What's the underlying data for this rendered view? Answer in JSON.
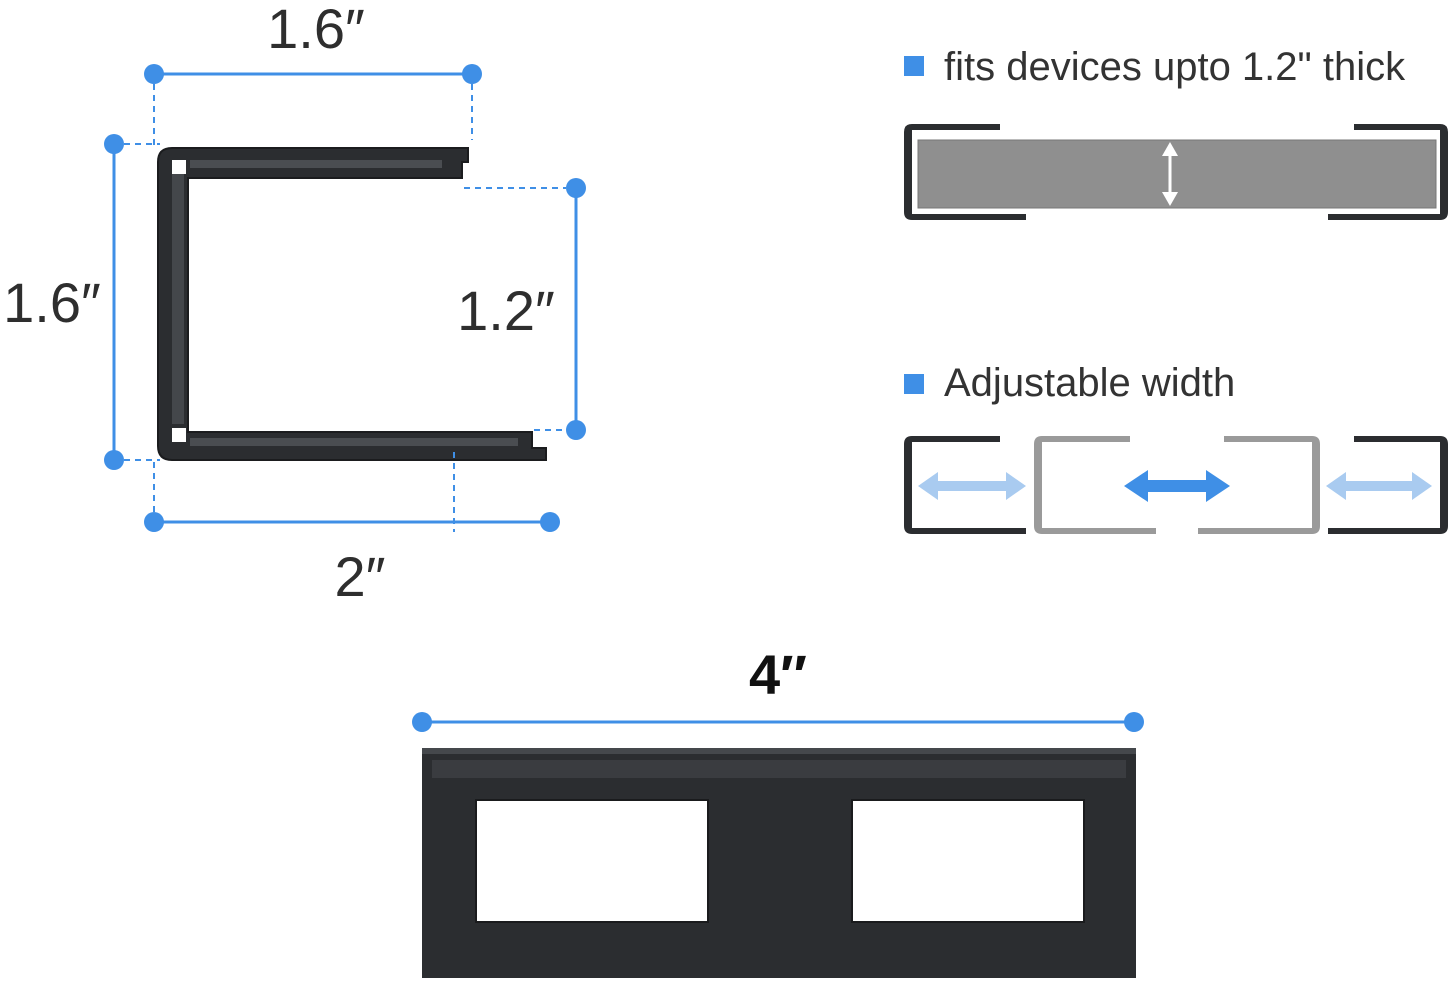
{
  "colors": {
    "accent": "#3f8fe6",
    "bracket": "#2b2d30",
    "bracket_light": "#9a9a9a",
    "device_fill": "#8f8f8f",
    "arrow_light": "#a9cbf0",
    "bullet": "#3f8fe6"
  },
  "side_view": {
    "top_width": "1.6″",
    "height": "1.6″",
    "inner_gap": "1.2″",
    "bottom_length": "2″"
  },
  "features": [
    {
      "label": "fits devices upto 1.2\" thick",
      "icon": "square-bullet-icon"
    },
    {
      "label": "Adjustable width",
      "icon": "square-bullet-icon"
    }
  ],
  "front_view": {
    "width": "4″"
  }
}
